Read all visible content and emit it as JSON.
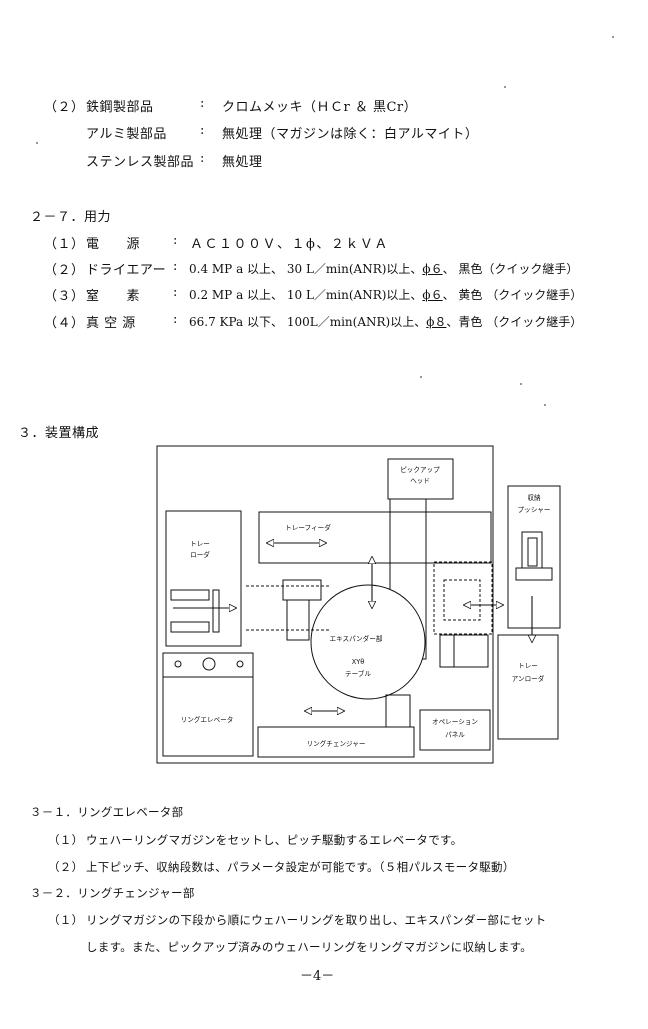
{
  "materials": {
    "steel": {
      "num": "（２）",
      "name": "鉄鋼製部品",
      "colon": ":",
      "value": "クロムメッキ（ＨＣr ＆ 黒Cr）"
    },
    "aluminum": {
      "name": "アルミ製部品",
      "colon": ":",
      "value": "無処理（マガジンは除く：白アルマイト）"
    },
    "stainless": {
      "name": "ステンレス製部品",
      "colon": ":",
      "value": "無処理"
    }
  },
  "utilities": {
    "heading": "２－７．用力",
    "items": [
      {
        "num": "（１）",
        "name": "電　　源",
        "colon": ":",
        "spec": "ＡＣ１００Ｖ、１ϕ、２ｋＶＡ",
        "pre": "",
        "phi": "",
        "post": ""
      },
      {
        "num": "（２）",
        "name": "ドライエアー",
        "colon": ":",
        "spec": "",
        "pre": "0.4 MP a 以上、 30 L／min(ANR)以上、",
        "phi": "ϕ６",
        "post": "、 黒色（クイック継手）"
      },
      {
        "num": "（３）",
        "name": "窒　　素",
        "colon": ":",
        "spec": "",
        "pre": "0.2 MP a 以上、 10 L／min(ANR)以上、",
        "phi": "ϕ６",
        "post": "、 黄色 （クイック継手）"
      },
      {
        "num": "（４）",
        "name": "真 空 源",
        "colon": ":",
        "spec": "",
        "pre": "66.7 KPa 以下、 100L／min(ANR)以上、",
        "phi": "ϕ８",
        "post": "、青色 （クイック継手）"
      }
    ]
  },
  "section3": {
    "heading": "３．装置構成"
  },
  "diagram": {
    "pickup_head": [
      "ピックアップ",
      "ヘッド"
    ],
    "tray_feeder": "トレーフィーダ",
    "tray_loader": [
      "トレー",
      "ローダ"
    ],
    "storage_pusher": [
      "収納",
      "プッシャー"
    ],
    "expander": "エキスパンダー部",
    "xy_table": [
      "XYθ",
      "テーブル"
    ],
    "ring_elevator": "リングエレベータ",
    "ring_changer": "リングチェンジャー",
    "operation_panel": [
      "オペレーション",
      "パネル"
    ],
    "tray_unloader": [
      "トレー",
      "アンローダ"
    ]
  },
  "section31": {
    "heading": "３－１．リングエレベータ部",
    "items": [
      {
        "num": "（１）",
        "text": "ウェハーリングマガジンをセットし、ピッチ駆動するエレベータです。"
      },
      {
        "num": "（２）",
        "text": "上下ピッチ、収納段数は、パラメータ設定が可能です。（５相パルスモータ駆動）"
      }
    ]
  },
  "section32": {
    "heading": "３－２．リングチェンジャー部",
    "item": {
      "num": "（１）",
      "line1": "リングマガジンの下段から順にウェハーリングを取り出し、エキスパンダー部にセット",
      "line2": "します。また、ピックアップ済みのウェハーリングをリングマガジンに収納します。"
    }
  },
  "footer": {
    "page_number": "－4－"
  }
}
